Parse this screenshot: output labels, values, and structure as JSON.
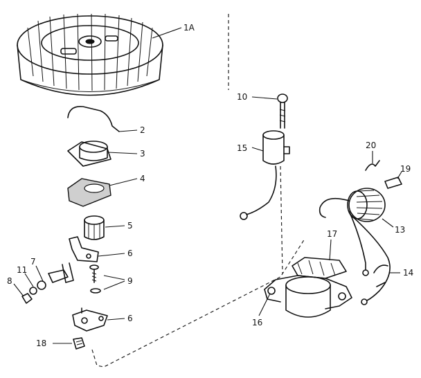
{
  "labels": {
    "1A": "1A",
    "2": "2",
    "3": "3",
    "4": "4",
    "5": "5",
    "6a": "6",
    "6b": "6",
    "7": "7",
    "8": "8",
    "9": "9",
    "10": "10",
    "11": "11",
    "13": "13",
    "14": "14",
    "15": "15",
    "16": "16",
    "17": "17",
    "18": "18",
    "19": "19",
    "20": "20"
  }
}
